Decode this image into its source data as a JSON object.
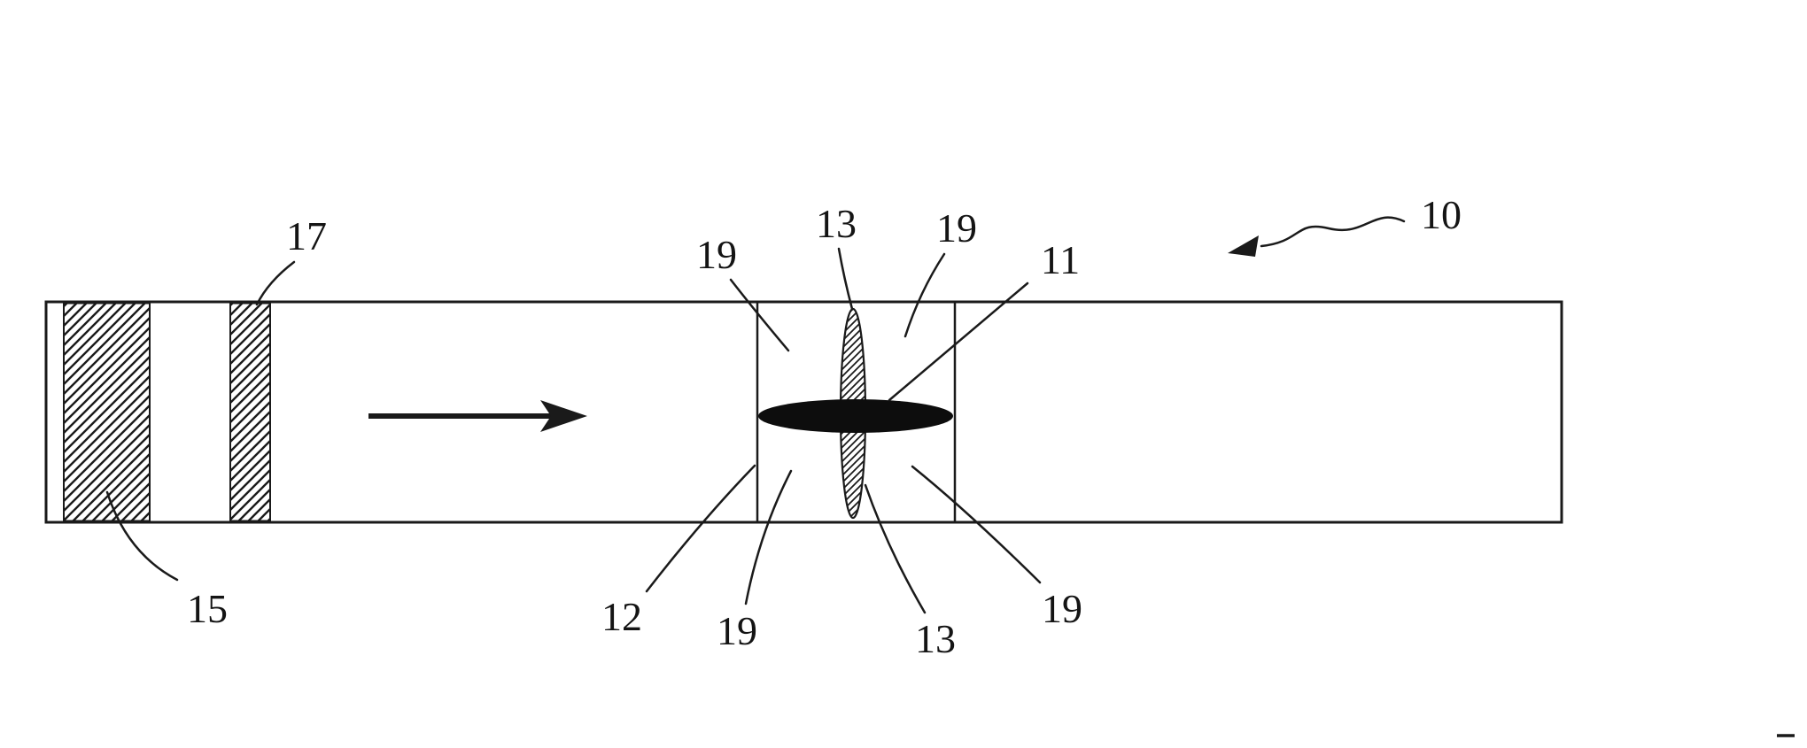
{
  "figure": {
    "type": "patent-figure",
    "background_color": "#ffffff",
    "ink_color": "#1a1a1a",
    "solid_ellipse_color": "#0d0d0d",
    "labels": {
      "ref_17": "17",
      "ref_19_top_left": "19",
      "ref_13_top": "13",
      "ref_19_top_right": "19",
      "ref_11": "11",
      "ref_10": "10",
      "ref_15": "15",
      "ref_12": "12",
      "ref_19_bottom_center": "19",
      "ref_13_bottom": "13",
      "ref_19_bottom_right": "19"
    }
  }
}
